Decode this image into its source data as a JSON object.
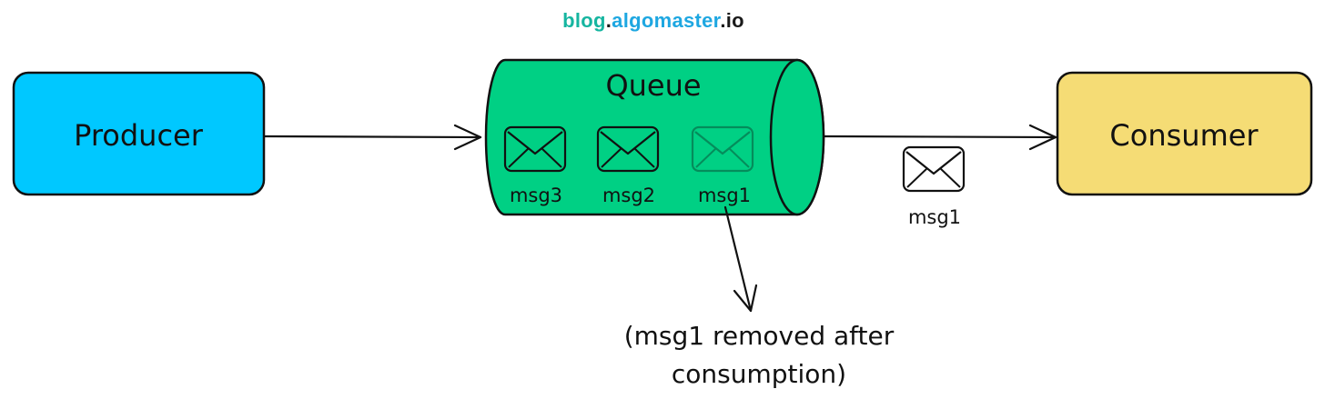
{
  "brand": {
    "part1": "blog",
    "dot1": ".",
    "part2": "algomaster",
    "dot2": ".",
    "part3": "io"
  },
  "producer": {
    "label": "Producer",
    "color": "#00c8ff"
  },
  "queue": {
    "label": "Queue",
    "color": "#00d084",
    "messages": [
      {
        "label": "msg3",
        "faded": false
      },
      {
        "label": "msg2",
        "faded": false
      },
      {
        "label": "msg1",
        "faded": true
      }
    ]
  },
  "consumer": {
    "label": "Consumer",
    "color": "#f5dc75"
  },
  "in_transit": {
    "label": "msg1"
  },
  "note": {
    "line1": "(msg1 removed after",
    "line2": "consumption)"
  },
  "icons": {
    "message": "envelope-icon"
  }
}
